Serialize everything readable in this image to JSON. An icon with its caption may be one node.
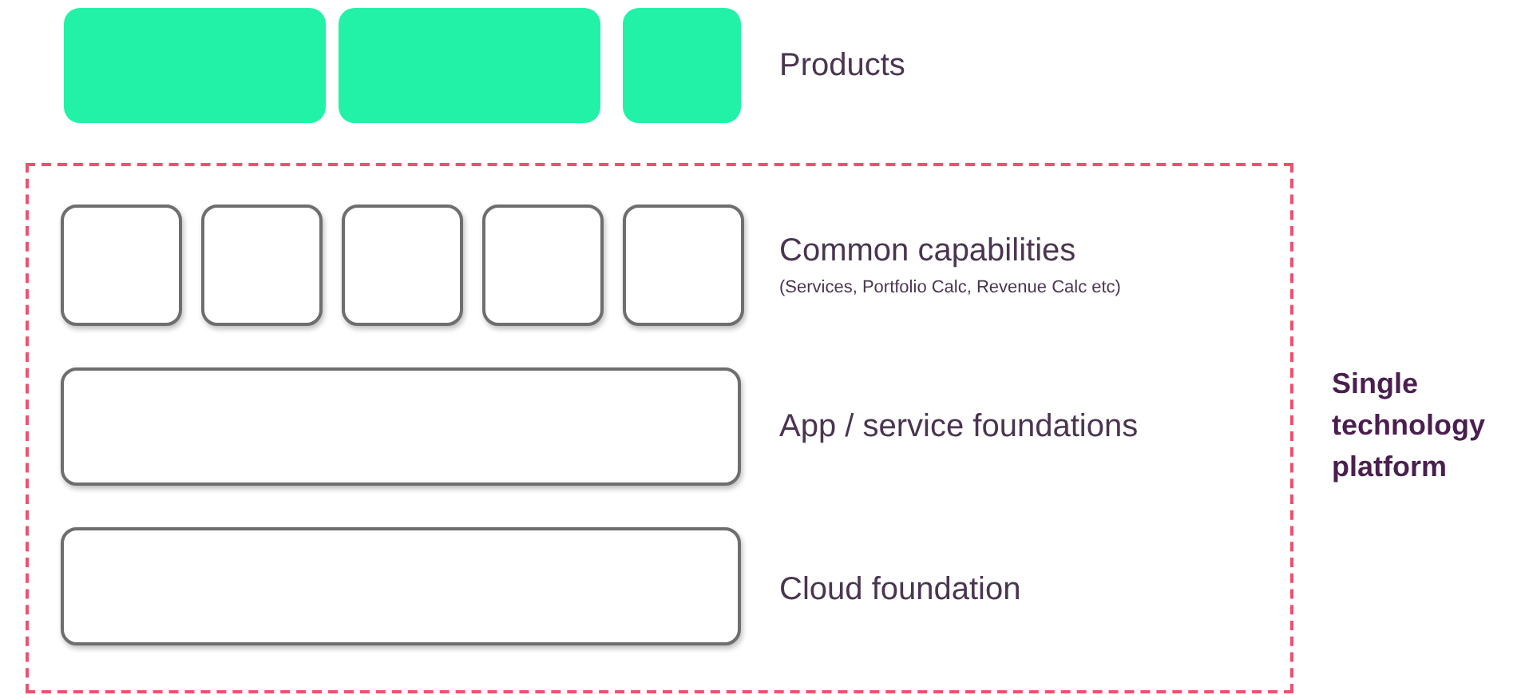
{
  "diagram": {
    "nodes": [
      {
        "text": [],
        "shape": "box"
      },
      {
        "text": [],
        "shape": "box"
      },
      {
        "text": [],
        "shape": "box"
      },
      {
        "text": [
          "Single technology platform"
        ]
      },
      {
        "text": [],
        "shape": "box",
        "in": 3
      },
      {
        "text": [],
        "shape": "box",
        "in": 3
      },
      {
        "text": [],
        "shape": "box",
        "in": 3
      },
      {
        "text": [],
        "shape": "box",
        "in": 3
      },
      {
        "text": [],
        "shape": "box",
        "in": 3
      },
      {
        "text": [],
        "shape": "box",
        "in": 3
      },
      {
        "text": [],
        "shape": "box",
        "in": 3
      }
    ],
    "labels": [
      "Products",
      "Common capabilities",
      "(Services, Portfolio Calc, Revenue Calc etc)",
      "App / service foundations",
      "Cloud foundation"
    ]
  }
}
